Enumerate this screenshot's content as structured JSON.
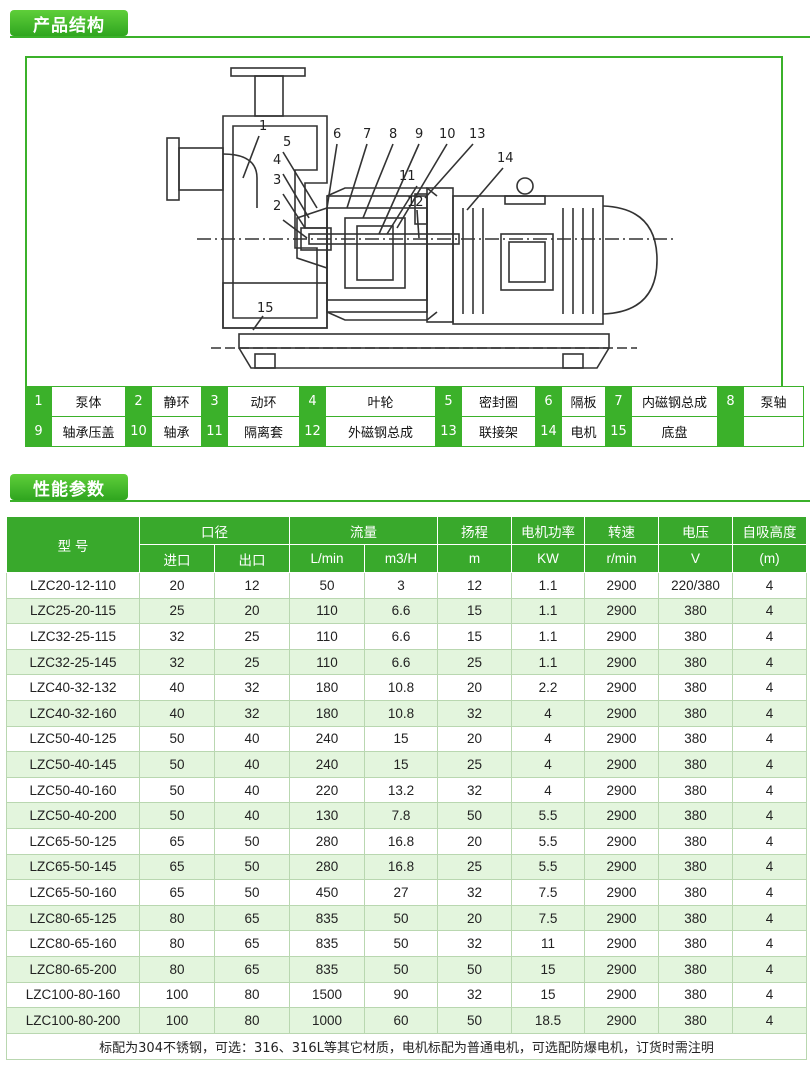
{
  "sections": {
    "structure_title": "产品结构",
    "performance_title": "性能参数"
  },
  "diagram": {
    "callouts": [
      "1",
      "2",
      "3",
      "4",
      "5",
      "6",
      "7",
      "8",
      "9",
      "10",
      "13",
      "11",
      "12",
      "14",
      "15"
    ]
  },
  "parts": [
    {
      "num": "1",
      "name": "泵体"
    },
    {
      "num": "2",
      "name": "静环"
    },
    {
      "num": "3",
      "name": "动环"
    },
    {
      "num": "4",
      "name": "叶轮"
    },
    {
      "num": "5",
      "name": "密封圈"
    },
    {
      "num": "6",
      "name": "隔板"
    },
    {
      "num": "7",
      "name": "内磁钢总成"
    },
    {
      "num": "8",
      "name": "泵轴"
    },
    {
      "num": "9",
      "name": "轴承压盖"
    },
    {
      "num": "10",
      "name": "轴承"
    },
    {
      "num": "11",
      "name": "隔离套"
    },
    {
      "num": "12",
      "name": "外磁钢总成"
    },
    {
      "num": "13",
      "name": "联接架"
    },
    {
      "num": "14",
      "name": "电机"
    },
    {
      "num": "15",
      "name": "底盘"
    }
  ],
  "table": {
    "headers": {
      "model": "型 号",
      "diameter": "口径",
      "inlet": "进口",
      "outlet": "出口",
      "flow": "流量",
      "flow_lmin": "L/min",
      "flow_m3h": "m3/H",
      "head": "扬程",
      "head_unit": "m",
      "power": "电机功率",
      "power_unit": "KW",
      "speed": "转速",
      "speed_unit": "r/min",
      "voltage": "电压",
      "voltage_unit": "V",
      "suction": "自吸高度",
      "suction_unit": "(m)"
    },
    "rows": [
      [
        "LZC20-12-110",
        "20",
        "12",
        "50",
        "3",
        "12",
        "1.1",
        "2900",
        "220/380",
        "4"
      ],
      [
        "LZC25-20-115",
        "25",
        "20",
        "110",
        "6.6",
        "15",
        "1.1",
        "2900",
        "380",
        "4"
      ],
      [
        "LZC32-25-115",
        "32",
        "25",
        "110",
        "6.6",
        "15",
        "1.1",
        "2900",
        "380",
        "4"
      ],
      [
        "LZC32-25-145",
        "32",
        "25",
        "110",
        "6.6",
        "25",
        "1.1",
        "2900",
        "380",
        "4"
      ],
      [
        "LZC40-32-132",
        "40",
        "32",
        "180",
        "10.8",
        "20",
        "2.2",
        "2900",
        "380",
        "4"
      ],
      [
        "LZC40-32-160",
        "40",
        "32",
        "180",
        "10.8",
        "32",
        "4",
        "2900",
        "380",
        "4"
      ],
      [
        "LZC50-40-125",
        "50",
        "40",
        "240",
        "15",
        "20",
        "4",
        "2900",
        "380",
        "4"
      ],
      [
        "LZC50-40-145",
        "50",
        "40",
        "240",
        "15",
        "25",
        "4",
        "2900",
        "380",
        "4"
      ],
      [
        "LZC50-40-160",
        "50",
        "40",
        "220",
        "13.2",
        "32",
        "4",
        "2900",
        "380",
        "4"
      ],
      [
        "LZC50-40-200",
        "50",
        "40",
        "130",
        "7.8",
        "50",
        "5.5",
        "2900",
        "380",
        "4"
      ],
      [
        "LZC65-50-125",
        "65",
        "50",
        "280",
        "16.8",
        "20",
        "5.5",
        "2900",
        "380",
        "4"
      ],
      [
        "LZC65-50-145",
        "65",
        "50",
        "280",
        "16.8",
        "25",
        "5.5",
        "2900",
        "380",
        "4"
      ],
      [
        "LZC65-50-160",
        "65",
        "50",
        "450",
        "27",
        "32",
        "7.5",
        "2900",
        "380",
        "4"
      ],
      [
        "LZC80-65-125",
        "80",
        "65",
        "835",
        "50",
        "20",
        "7.5",
        "2900",
        "380",
        "4"
      ],
      [
        "LZC80-65-160",
        "80",
        "65",
        "835",
        "50",
        "32",
        "11",
        "2900",
        "380",
        "4"
      ],
      [
        "LZC80-65-200",
        "80",
        "65",
        "835",
        "50",
        "50",
        "15",
        "2900",
        "380",
        "4"
      ],
      [
        "LZC100-80-160",
        "100",
        "80",
        "1500",
        "90",
        "32",
        "15",
        "2900",
        "380",
        "4"
      ],
      [
        "LZC100-80-200",
        "100",
        "80",
        "1000",
        "60",
        "50",
        "18.5",
        "2900",
        "380",
        "4"
      ]
    ],
    "note": "标配为304不锈钢，可选：316、316L等其它材质，电机标配为普通电机，可选配防爆电机，订货时需注明"
  },
  "colors": {
    "accent": "#3bb12a",
    "row_alt": "#e3f5dd"
  }
}
